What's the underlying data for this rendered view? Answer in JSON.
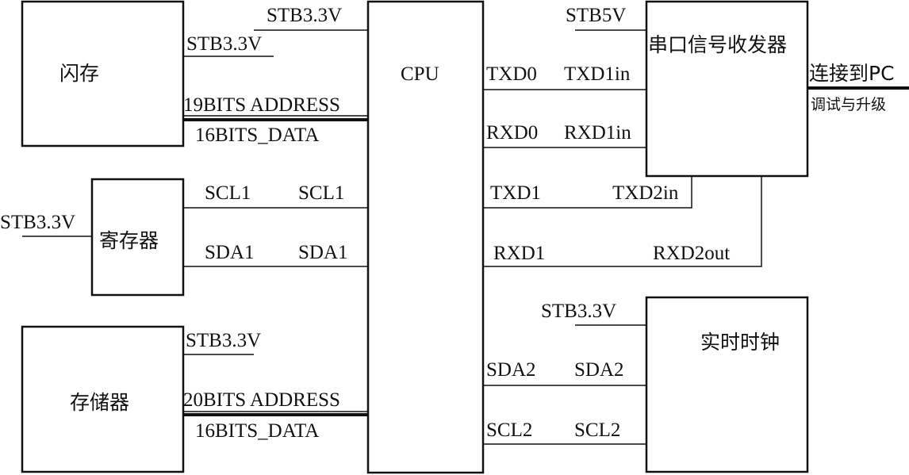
{
  "blocks": {
    "flash": "闪存",
    "cpu": "CPU",
    "transceiver": "串口信号收发器",
    "register": "寄存器",
    "storage": "存储器",
    "rtc": "实时时钟"
  },
  "signals": {
    "stb33": "STB3.3V",
    "stb5": "STB5V",
    "addr19": "19BITS ADDRESS",
    "addr20": "20BITS ADDRESS",
    "data16": "16BITS_DATA",
    "scl1": "SCL1",
    "sda1": "SDA1",
    "txd0": "TXD0",
    "rxd0": "RXD0",
    "txd1in": "TXD1in",
    "rxd1in": "RXD1in",
    "txd1": "TXD1",
    "rxd1": "RXD1",
    "txd2in": "TXD2in",
    "rxd2out": "RXD2out",
    "sda2": "SDA2",
    "scl2": "SCL2"
  },
  "external": {
    "pc": "连接到PC",
    "debug": "调试与升级"
  }
}
